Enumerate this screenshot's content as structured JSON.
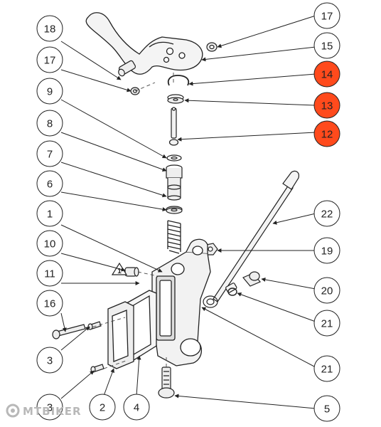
{
  "callouts": [
    {
      "id": "c18a",
      "label": "18"
    },
    {
      "id": "c17a",
      "label": "17"
    },
    {
      "id": "c9",
      "label": "9"
    },
    {
      "id": "c8",
      "label": "8"
    },
    {
      "id": "c7",
      "label": "7"
    },
    {
      "id": "c6",
      "label": "6"
    },
    {
      "id": "c1",
      "label": "1"
    },
    {
      "id": "c10",
      "label": "10"
    },
    {
      "id": "c11",
      "label": "11"
    },
    {
      "id": "c16",
      "label": "16"
    },
    {
      "id": "c3a",
      "label": "3"
    },
    {
      "id": "c3b",
      "label": "3"
    },
    {
      "id": "c2",
      "label": "2"
    },
    {
      "id": "c4",
      "label": "4"
    },
    {
      "id": "c17b",
      "label": "17"
    },
    {
      "id": "c15",
      "label": "15"
    },
    {
      "id": "c14",
      "label": "14"
    },
    {
      "id": "c13",
      "label": "13"
    },
    {
      "id": "c12",
      "label": "12"
    },
    {
      "id": "c22",
      "label": "22"
    },
    {
      "id": "c19",
      "label": "19"
    },
    {
      "id": "c20",
      "label": "20"
    },
    {
      "id": "c21a",
      "label": "21"
    },
    {
      "id": "c21b",
      "label": "21"
    },
    {
      "id": "c5",
      "label": "5"
    }
  ],
  "highlight_color": "#ff4a1c",
  "outline_color": "#222222",
  "warning_symbol": "1",
  "watermark": "MTBIKER"
}
